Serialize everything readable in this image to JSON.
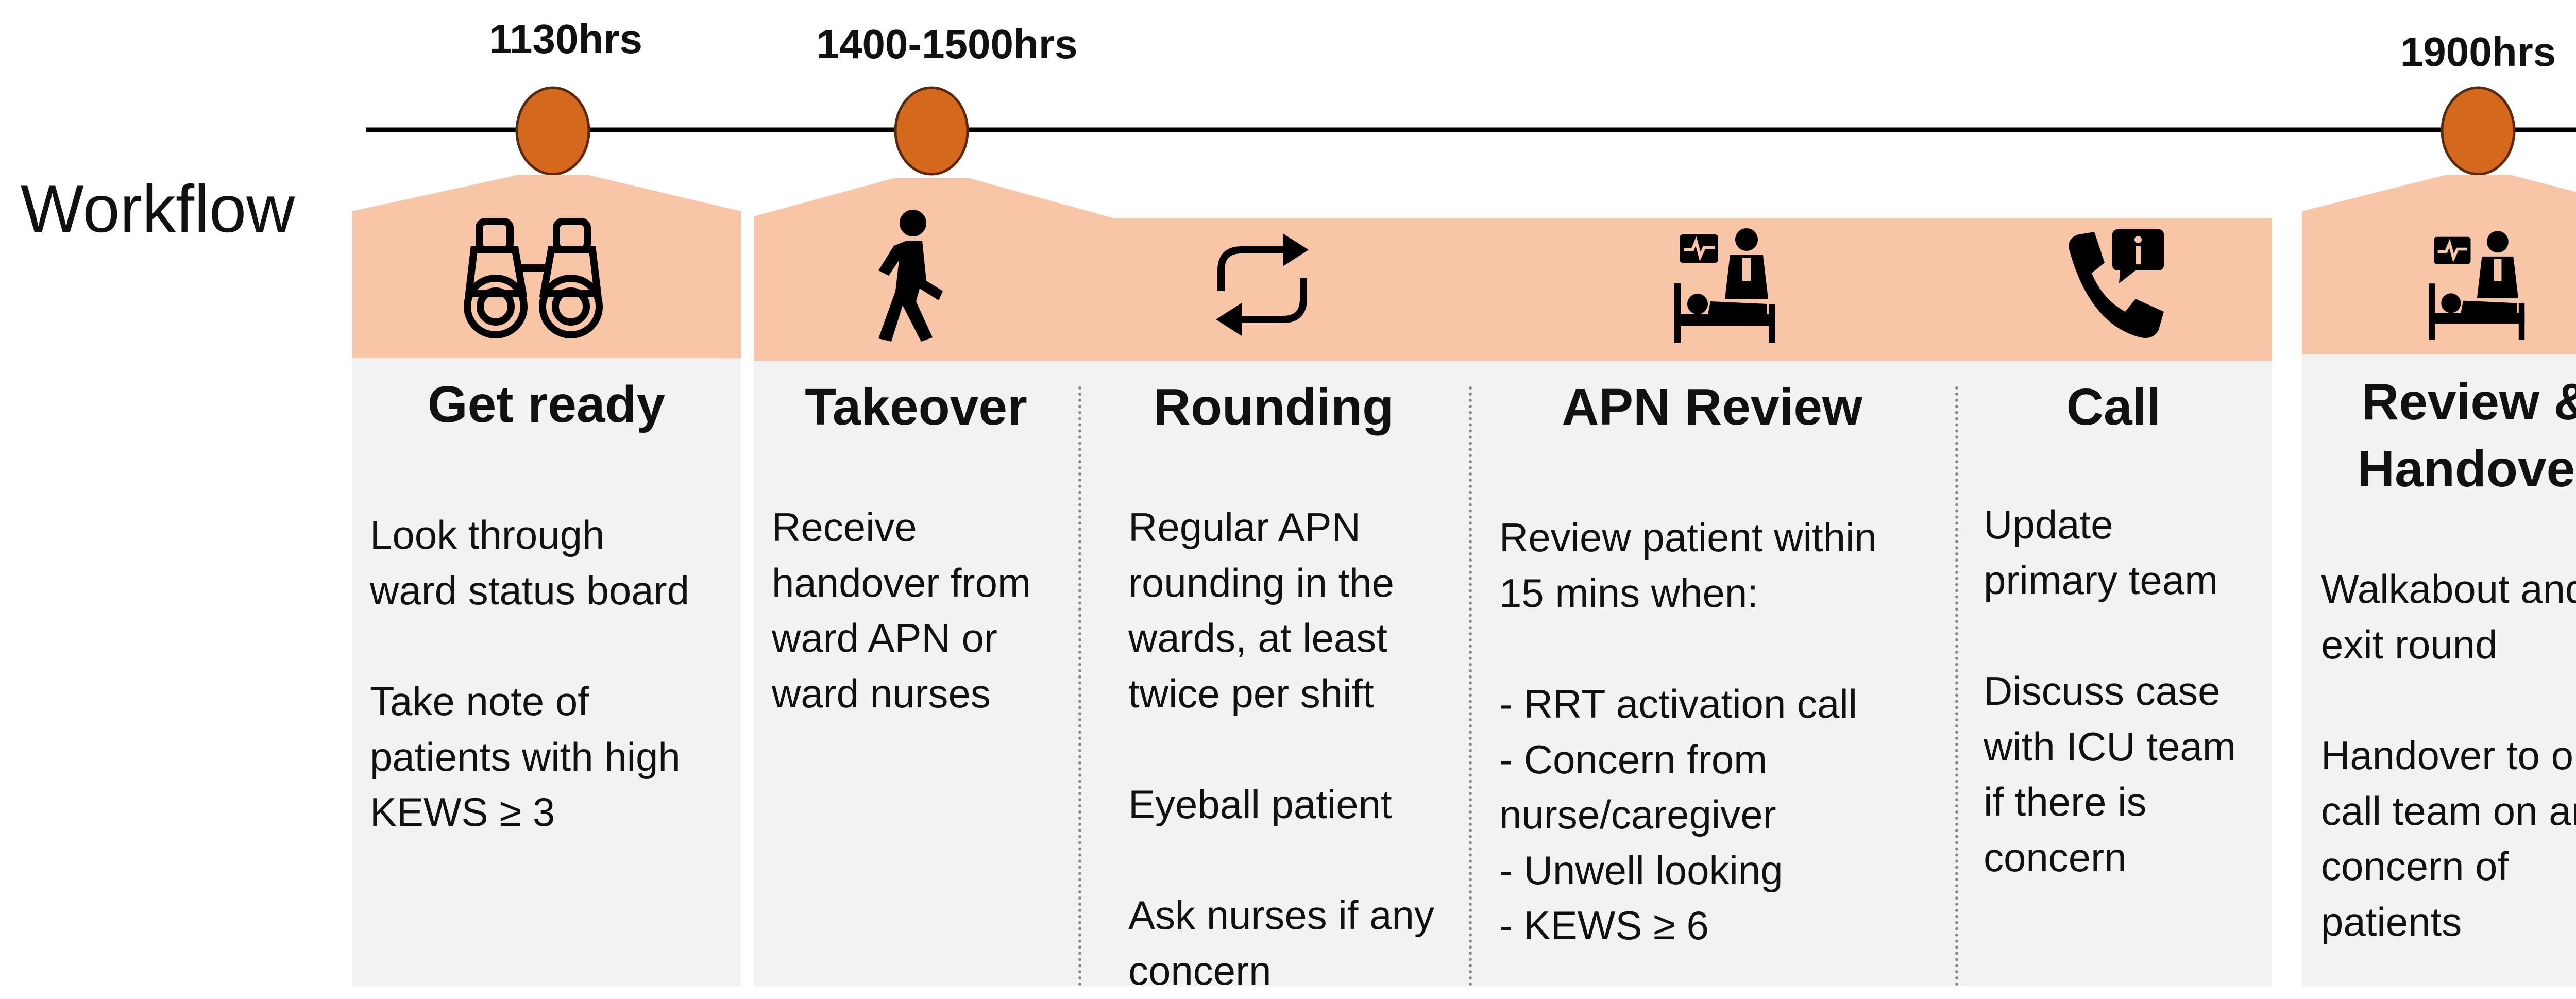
{
  "workflow_label": "Workflow",
  "timeline": {
    "times": [
      "1130hrs",
      "1400-1500hrs",
      "1900hrs"
    ]
  },
  "steps": [
    {
      "title": "Get ready",
      "icon": "binoculars-icon",
      "body": "Look through\nward status board\n\nTake note of\npatients with high\nKEWS ≥ 3"
    },
    {
      "title": "Takeover",
      "icon": "walking-person-icon",
      "body": "Receive\nhandover from\nward APN or\nward nurses"
    },
    {
      "title": "Rounding",
      "icon": "repeat-arrows-icon",
      "body": "Regular APN\nrounding in the\nwards, at least\ntwice per shift\n\nEyeball patient\n\nAsk nurses if any\nconcern"
    },
    {
      "title": "APN Review",
      "icon": "doctor-patient-bed-icon",
      "body": "Review  patient within\n15 mins when:\n\n- RRT activation call\n- Concern from\n  nurse/caregiver\n- Unwell looking\n- KEWS ≥ 6"
    },
    {
      "title": "Call",
      "icon": "phone-info-icon",
      "body": "Update\nprimary team\n\nDiscuss case\nwith ICU team\nif there is\nconcern"
    },
    {
      "title": "Review &\nHandover",
      "icon": "doctor-patient-bed-icon",
      "body": "Walkabout and\nexit round\n\nHandover to on-\ncall team on any\nconcern of\npatients"
    }
  ],
  "colors": {
    "milestone": "#d4691e",
    "band": "#f8c6a6",
    "panel": "#f2f2f2"
  }
}
